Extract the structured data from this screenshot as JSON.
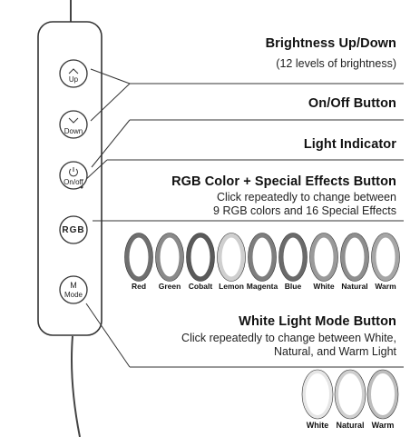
{
  "controls": [
    {
      "id": "up",
      "label": "Up"
    },
    {
      "id": "down",
      "label": "Down"
    },
    {
      "id": "onoff",
      "label": "On/off"
    },
    {
      "id": "rgb",
      "label": "RGB"
    },
    {
      "id": "mode",
      "label": "Mode",
      "glyph": "M"
    }
  ],
  "callouts": {
    "brightness": {
      "title": "Brightness Up/Down",
      "subtitle": "(12 levels of brightness)"
    },
    "power": {
      "title": "On/Off Button"
    },
    "indicator": {
      "title": "Light Indicator"
    },
    "rgb": {
      "title": "RGB Color + Special Effects Button",
      "line1": "Click repeatedly to change between",
      "line2": "9 RGB colors and 16 Special Effects"
    },
    "white": {
      "title": "White Light Mode Button",
      "line1": "Click repeatedly to change between White,",
      "line2": "Natural, and Warm Light"
    }
  },
  "rgb_rings": [
    {
      "label": "Red",
      "color": "#6f6f6f"
    },
    {
      "label": "Green",
      "color": "#8a8a8a"
    },
    {
      "label": "Cobalt",
      "color": "#5a5a5a"
    },
    {
      "label": "Lemon",
      "color": "#cfcfcf"
    },
    {
      "label": "Magenta",
      "color": "#7e7e7e"
    },
    {
      "label": "Blue",
      "color": "#6a6a6a"
    },
    {
      "label": "White",
      "color": "#9a9a9a"
    },
    {
      "label": "Natural",
      "color": "#8e8e8e"
    },
    {
      "label": "Warm",
      "color": "#a6a6a6"
    }
  ],
  "white_rings": [
    {
      "label": "White",
      "color": "#e6e6e6"
    },
    {
      "label": "Natural",
      "color": "#cfcfcf"
    },
    {
      "label": "Warm",
      "color": "#bdbdbd"
    }
  ]
}
